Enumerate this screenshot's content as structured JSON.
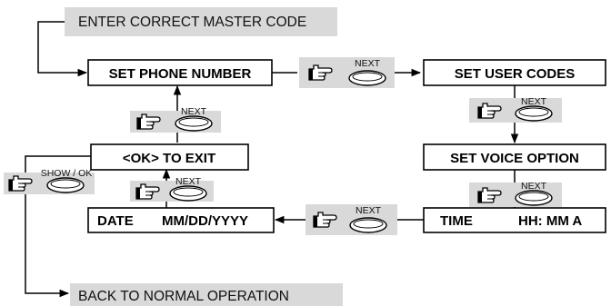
{
  "diagram": {
    "start_text": "ENTER CORRECT MASTER CODE",
    "end_text": "BACK TO NORMAL OPERATION",
    "steps": {
      "set_phone_number": "SET PHONE NUMBER",
      "set_user_codes": "SET USER CODES",
      "set_voice_option": "SET VOICE OPTION",
      "time": "TIME",
      "time_format": "HH: MM A",
      "date": "DATE",
      "date_format": "MM/DD/YYYY",
      "ok_to_exit": "<OK> TO EXIT"
    },
    "buttons": {
      "next": "NEXT",
      "show_ok": "SHOW / OK"
    },
    "icons": {
      "pointing_hand": "pointing-hand-icon",
      "key_button": "oval-key-button-icon"
    },
    "colors": {
      "gray_banner": "#d9d9d9",
      "line": "#000000",
      "box_fill": "#ffffff"
    }
  }
}
